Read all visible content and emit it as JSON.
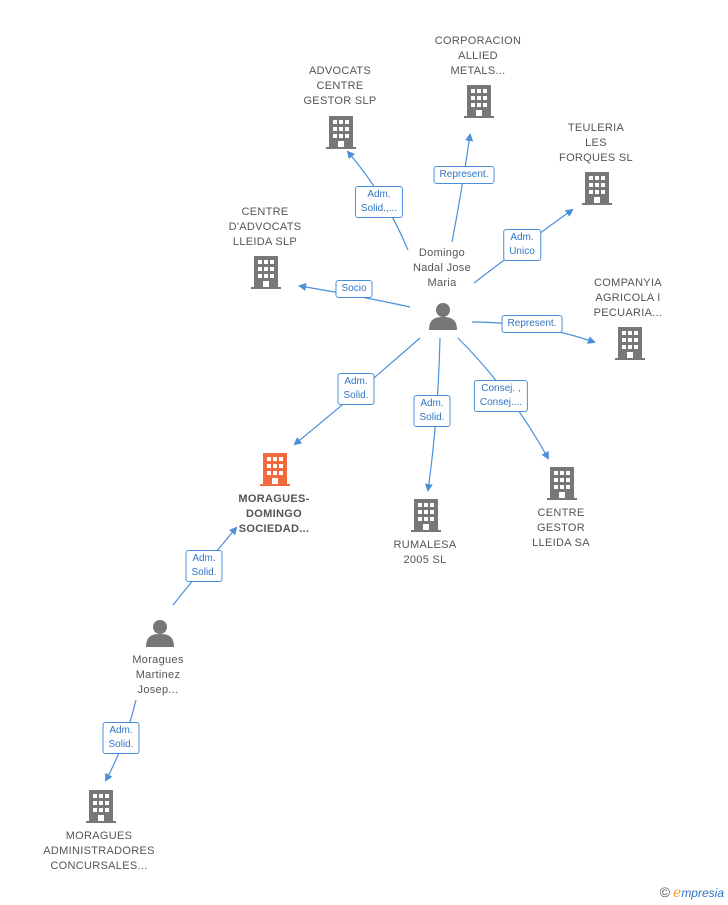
{
  "nodes": {
    "corporacion": {
      "lines": [
        "CORPORACION",
        "ALLIED",
        "METALS..."
      ],
      "type": "company"
    },
    "advocats": {
      "lines": [
        "ADVOCATS",
        "CENTRE",
        "GESTOR  SLP"
      ],
      "type": "company"
    },
    "teuleria": {
      "lines": [
        "TEULERIA",
        "LES",
        "FORQUES  SL"
      ],
      "type": "company"
    },
    "centre_advocats": {
      "lines": [
        "CENTRE",
        "D'ADVOCATS",
        "LLEIDA SLP"
      ],
      "type": "company"
    },
    "domingo": {
      "lines": [
        "Domingo",
        "Nadal Jose",
        "Maria"
      ],
      "type": "person"
    },
    "companyia": {
      "lines": [
        "COMPANYIA",
        "AGRICOLA I",
        "PECUARIA..."
      ],
      "type": "company"
    },
    "moragues_domingo": {
      "lines": [
        "MORAGUES-",
        "DOMINGO",
        "SOCIEDAD..."
      ],
      "type": "company-main"
    },
    "rumalesa": {
      "lines": [
        "RUMALESA",
        "2005 SL"
      ],
      "type": "company"
    },
    "centre_gestor": {
      "lines": [
        "CENTRE",
        "GESTOR",
        "LLEIDA SA"
      ],
      "type": "company"
    },
    "moragues_martinez": {
      "lines": [
        "Moragues",
        "Martinez",
        "Josep..."
      ],
      "type": "person"
    },
    "moragues_admin": {
      "lines": [
        "MORAGUES",
        "ADMINISTRADORES",
        "CONCURSALES..."
      ],
      "type": "company"
    }
  },
  "edges": {
    "e_corporacion": {
      "lines": [
        "Represent."
      ]
    },
    "e_advocats": {
      "lines": [
        "Adm.",
        "Solid.,..."
      ]
    },
    "e_teuleria": {
      "lines": [
        "Adm.",
        "Unico"
      ]
    },
    "e_centre_advocats": {
      "lines": [
        "Socio"
      ]
    },
    "e_companyia": {
      "lines": [
        "Represent."
      ]
    },
    "e_moragues_domingo": {
      "lines": [
        "Adm.",
        "Solid."
      ]
    },
    "e_rumalesa": {
      "lines": [
        "Adm.",
        "Solid."
      ]
    },
    "e_centre_gestor": {
      "lines": [
        "Consej. ,",
        "Consej...."
      ]
    },
    "e_martinez_domingo": {
      "lines": [
        "Adm.",
        "Solid."
      ]
    },
    "e_martinez_admin": {
      "lines": [
        "Adm.",
        "Solid."
      ]
    }
  },
  "colors": {
    "edge": "#4a90d9",
    "icon": "#777777",
    "main_icon": "#f26a3b"
  },
  "brand": {
    "copyright": "©",
    "initial": "e",
    "rest": "mpresia"
  }
}
